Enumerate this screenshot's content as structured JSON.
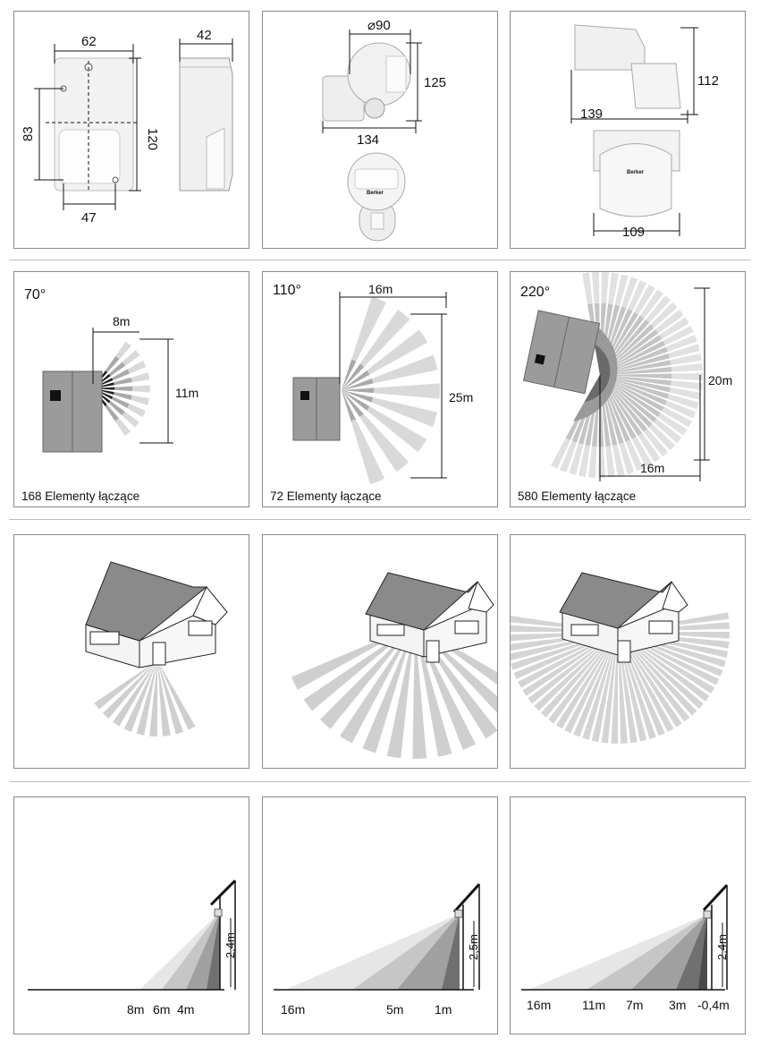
{
  "row1": {
    "p1": {
      "width_top": "62",
      "depth": "42",
      "height_side": "83",
      "height_total": "120",
      "width_bottom": "47"
    },
    "p2": {
      "diameter": "⌀90",
      "height": "125",
      "width": "134"
    },
    "p3": {
      "height": "112",
      "depth": "139",
      "width": "109"
    },
    "brand_label": "Berker"
  },
  "row2": [
    {
      "angle": "70°",
      "reach_x": "8m",
      "reach_y": "11m",
      "caption": "168 Elementy łączące"
    },
    {
      "angle": "110°",
      "reach_x": "16m",
      "reach_y": "25m",
      "caption": "72 Elementy łączące"
    },
    {
      "angle": "220°",
      "reach_x": "16m",
      "reach_y": "20m",
      "caption": "580 Elementy łączące"
    }
  ],
  "row4": [
    {
      "height": "2,4m",
      "distances": [
        "8m",
        "6m",
        "4m"
      ]
    },
    {
      "height": "2,5m",
      "distances": [
        "16m",
        "5m",
        "1m"
      ]
    },
    {
      "height": "2,4m",
      "distances": [
        "16m",
        "11m",
        "7m",
        "3m",
        "-0,4m"
      ]
    }
  ],
  "colors": {
    "frame": "#8a8a8a",
    "house_roof": "#8c8c8c",
    "detector_body": "#9a9a9a",
    "beam_light": "#d9d9d9",
    "beam_mid": "#a9a9a9",
    "beam_dark": "#5f5f5f"
  }
}
